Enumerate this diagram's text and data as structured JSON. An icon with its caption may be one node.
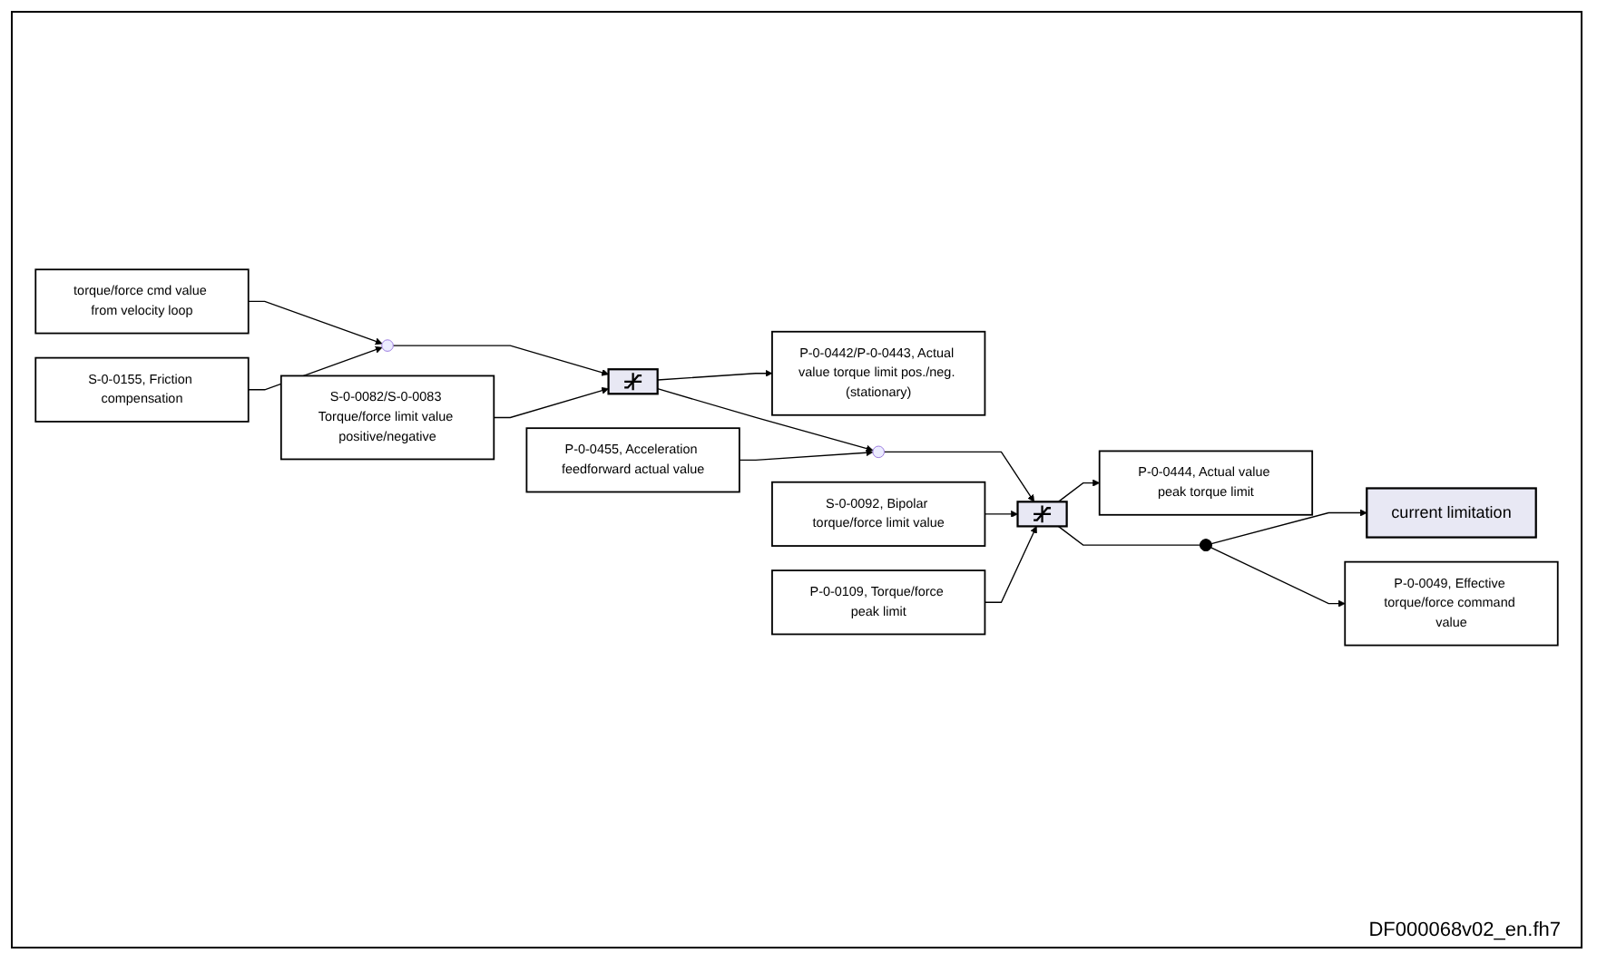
{
  "diagram": {
    "nodes": [
      {
        "text": [
          "S-0-0155, Friction compensation"
        ]
      },
      {
        "text": [
          "torque/force cmd value from velocity loop"
        ]
      },
      {
        "text": [],
        "shape": "circle"
      },
      {
        "text": [],
        "shape": "box"
      },
      {
        "text": [
          "P-0-0442/P-0-0443, Actual value torque limit pos./neg. (stationary)"
        ]
      },
      {
        "text": [
          "S-0-0082/S-0-0083 Torque/force limit value positive/negative"
        ]
      },
      {
        "text": [
          "P-0-0455, Acceleration feedforward actual value"
        ]
      },
      {
        "text": [],
        "shape": "circle"
      },
      {
        "text": [],
        "shape": "box"
      },
      {
        "text": [
          "P-0-0444, Actual value peak torque limit"
        ]
      },
      {
        "text": [
          "S-0-0092, Bipolar torque/force limit value"
        ]
      },
      {
        "text": [
          "P-0-0109, Torque/force peak limit"
        ]
      },
      {
        "text": [],
        "shape": "circle"
      },
      {
        "text": [
          "P-0-0049, Effective torque/force command value"
        ]
      },
      {
        "text": [
          "current limitation"
        ]
      }
    ],
    "edges": [
      {
        "from": 1,
        "to": 2,
        "arrow": "to"
      },
      {
        "from": 0,
        "to": 2,
        "arrow": "to"
      },
      {
        "from": 2,
        "to": 3,
        "arrow": "to"
      },
      {
        "from": 3,
        "to": 4,
        "arrow": "to"
      },
      {
        "from": 5,
        "to": 3,
        "arrow": "to"
      },
      {
        "from": 3,
        "to": 7,
        "arrow": "to"
      },
      {
        "from": 6,
        "to": 7,
        "arrow": "to"
      },
      {
        "from": 7,
        "to": 8,
        "arrow": "to"
      },
      {
        "from": 8,
        "to": 9,
        "arrow": "to"
      },
      {
        "from": 10,
        "to": 8,
        "arrow": "to"
      },
      {
        "from": 11,
        "to": 8,
        "arrow": "to"
      },
      {
        "from": 8,
        "to": 12,
        "arrow": "none"
      },
      {
        "from": 12,
        "to": 14,
        "arrow": "to"
      },
      {
        "from": 12,
        "to": 13,
        "arrow": "to"
      }
    ],
    "labels": [
      "DF000068v02_en.fh7"
    ]
  }
}
